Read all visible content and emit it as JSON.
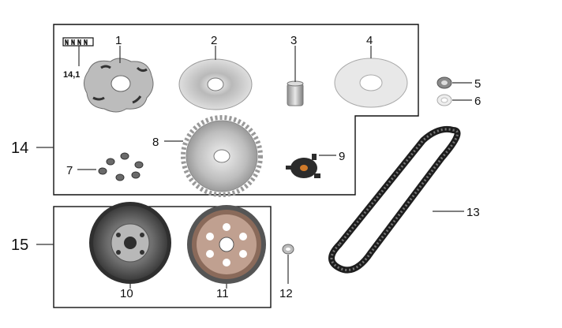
{
  "callouts": {
    "c1": "1",
    "c2": "2",
    "c3": "3",
    "c4": "4",
    "c5": "5",
    "c6": "6",
    "c7": "7",
    "c8": "8",
    "c9": "9",
    "c10": "10",
    "c11": "11",
    "c12": "12",
    "c13": "13",
    "c14_1": "14,1"
  },
  "groups": {
    "g14": "14",
    "g15": "15"
  },
  "colors": {
    "line": "#111111",
    "metal": "#c9c9c9",
    "metal_dark": "#7a7a7a",
    "belt": "#1e1e1e",
    "dark": "#2b2b2b",
    "plate": "#e6e6e6"
  }
}
